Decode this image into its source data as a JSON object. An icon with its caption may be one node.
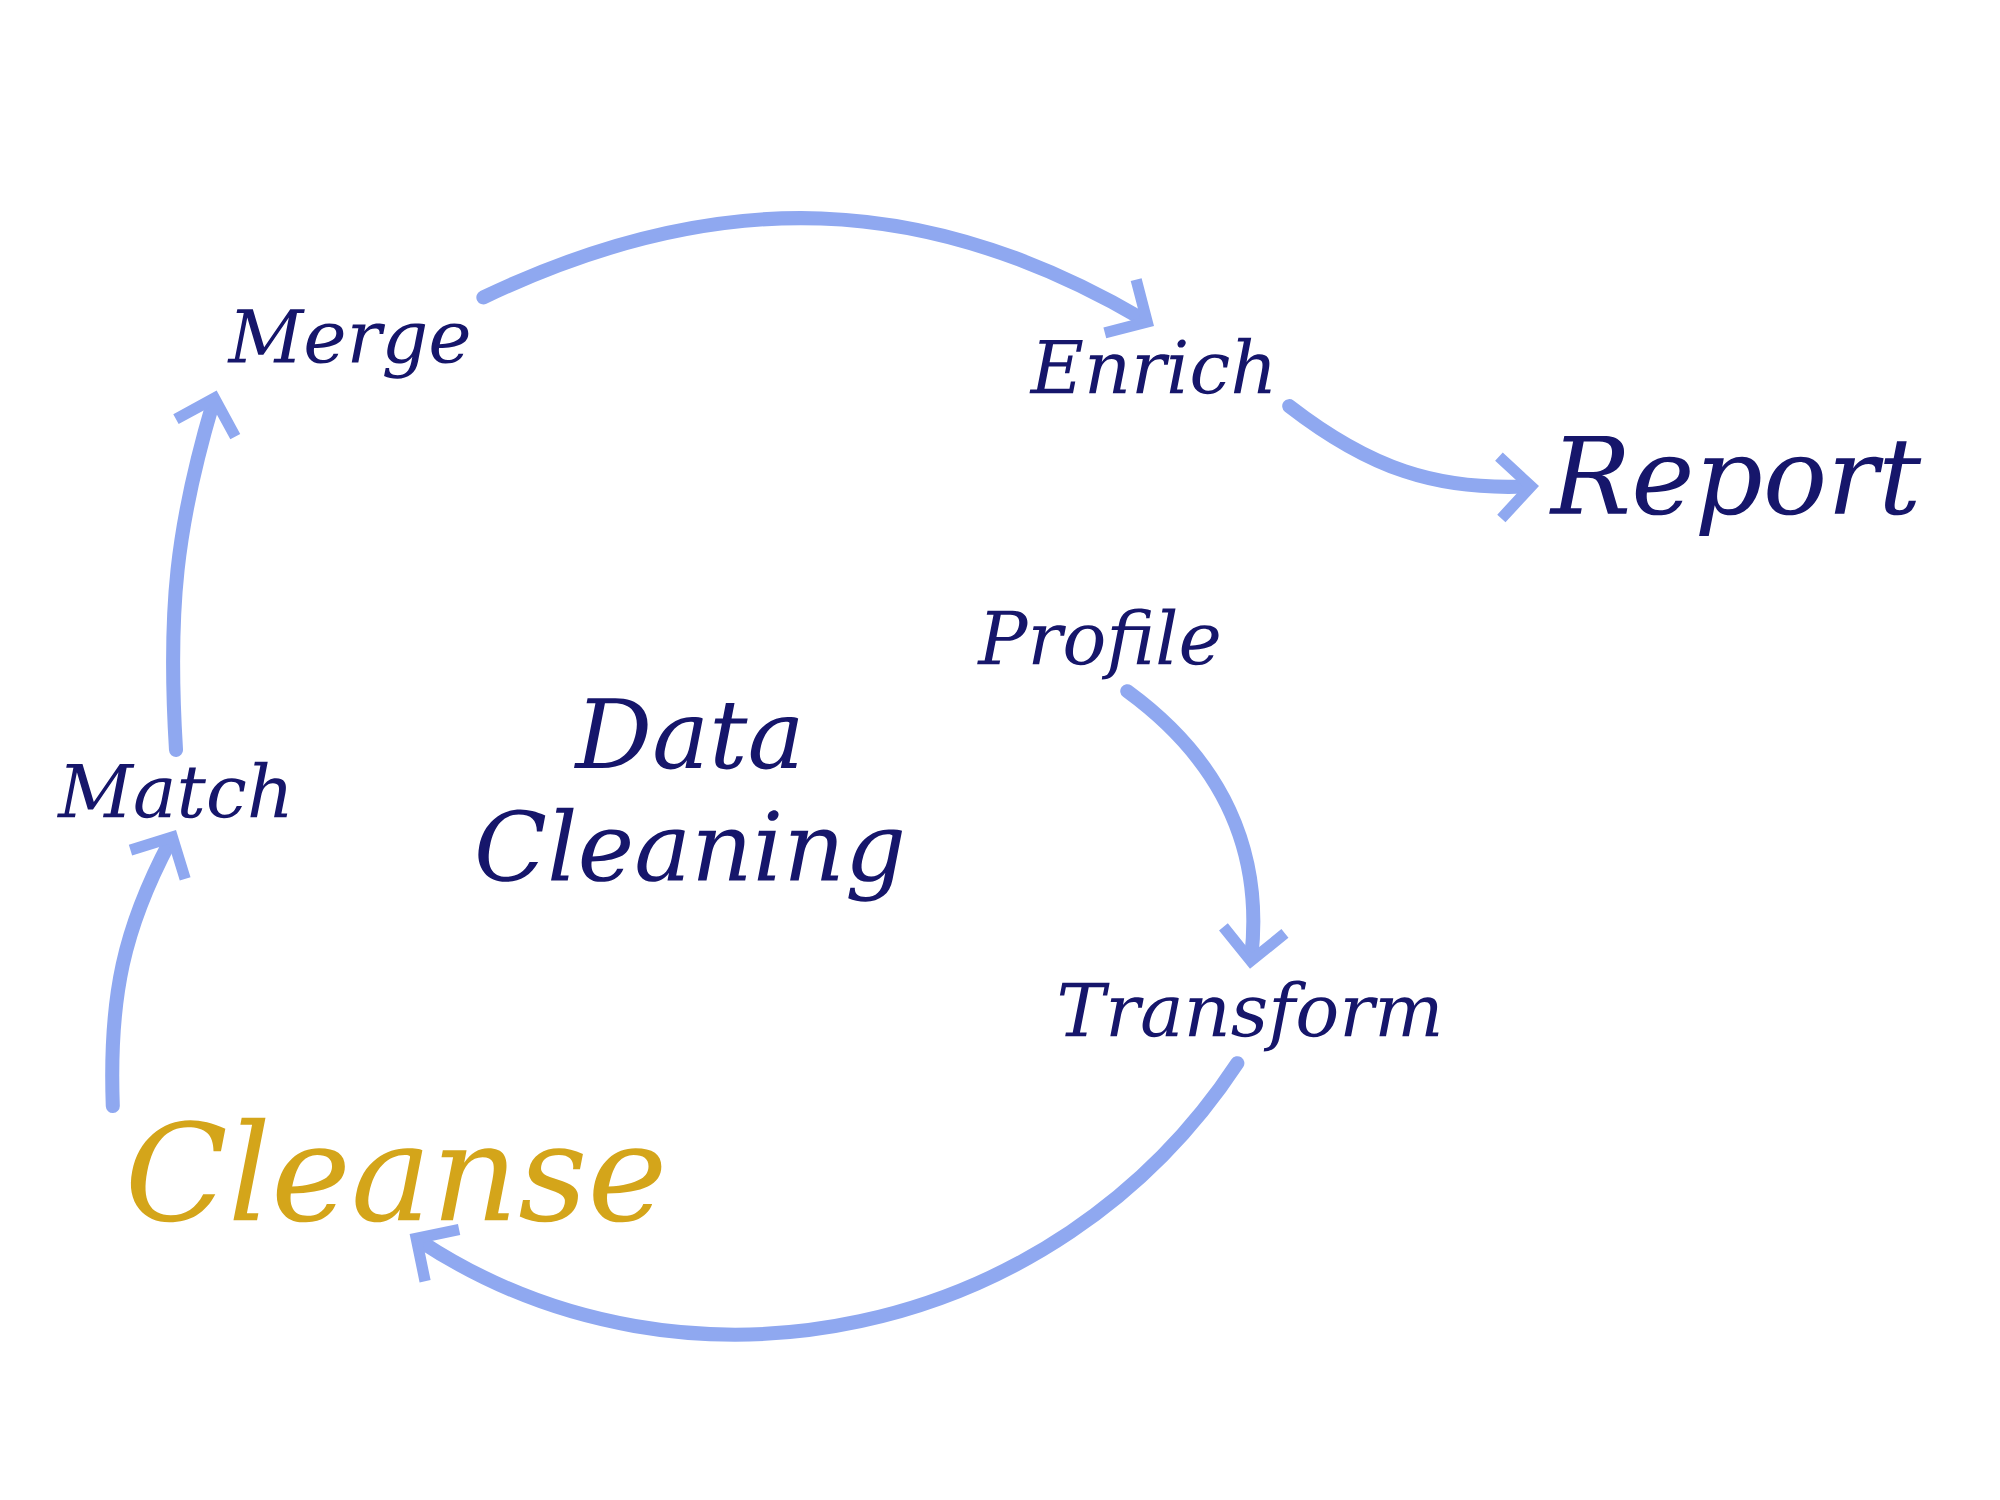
{
  "diagram": {
    "title": "Data Cleaning",
    "nodes": [
      {
        "text": [
          "Profile"
        ]
      },
      {
        "text": [
          "Transform"
        ]
      },
      {
        "text": [
          "Cleanse"
        ]
      },
      {
        "text": [
          "Match"
        ]
      },
      {
        "text": [
          "Merge"
        ]
      },
      {
        "text": [
          "Enrich"
        ]
      },
      {
        "text": [
          "Report"
        ]
      }
    ],
    "edges": [
      {
        "from": 0,
        "to": 1,
        "arrow": "to"
      },
      {
        "from": 1,
        "to": 2,
        "arrow": "to"
      },
      {
        "from": 2,
        "to": 3,
        "arrow": "to"
      },
      {
        "from": 3,
        "to": 4,
        "arrow": "to"
      },
      {
        "from": 4,
        "to": 5,
        "arrow": "to"
      },
      {
        "from": 5,
        "to": 6,
        "arrow": "to"
      }
    ]
  }
}
